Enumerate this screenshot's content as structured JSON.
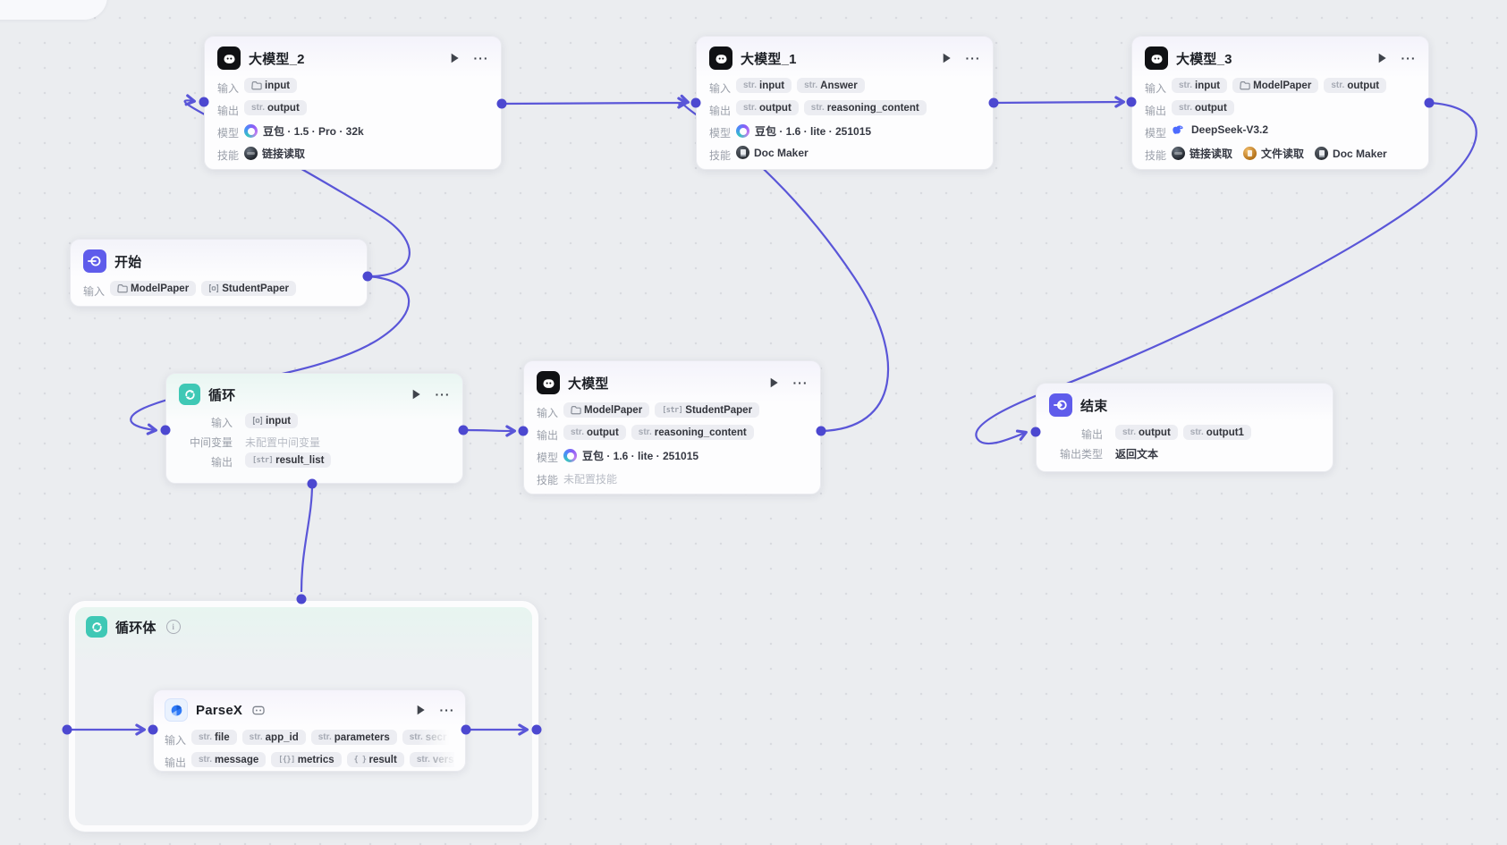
{
  "app": {
    "view": "workflow-canvas"
  },
  "colors": {
    "edge": "#5a56d8",
    "port": "#4c48d0",
    "canvas_bg": "#ebedf0",
    "node_accent_start_end": "#5f5ceb",
    "node_accent_loop": "#3fc8b5"
  },
  "row_labels": {
    "input": "输入",
    "output": "输出",
    "model": "模型",
    "skills": "技能",
    "intermediate": "中间变量",
    "output_type": "输出类型"
  },
  "nodes": {
    "model2": {
      "title": "大模型_2",
      "icon": "llm-icon",
      "runnable": true,
      "rows": [
        {
          "label": "输入",
          "items": [
            {
              "kind": "chip",
              "type": "folder",
              "text": "input"
            }
          ]
        },
        {
          "label": "输出",
          "items": [
            {
              "kind": "chip",
              "type": "str",
              "text": "output"
            }
          ]
        },
        {
          "label": "模型",
          "items": [
            {
              "kind": "model",
              "icon": "doubao-icon",
              "text": "豆包 · 1.5 · Pro · 32k"
            }
          ]
        },
        {
          "label": "技能",
          "items": [
            {
              "kind": "skill",
              "icon": "link-reader-icon",
              "text": "链接读取"
            }
          ]
        }
      ]
    },
    "model1": {
      "title": "大模型_1",
      "icon": "llm-icon",
      "runnable": true,
      "rows": [
        {
          "label": "输入",
          "items": [
            {
              "kind": "chip",
              "type": "str",
              "text": "input"
            },
            {
              "kind": "chip",
              "type": "str",
              "text": "Answer"
            }
          ]
        },
        {
          "label": "输出",
          "items": [
            {
              "kind": "chip",
              "type": "str",
              "text": "output"
            },
            {
              "kind": "chip",
              "type": "str",
              "text": "reasoning_content"
            }
          ]
        },
        {
          "label": "模型",
          "items": [
            {
              "kind": "model",
              "icon": "doubao-icon",
              "text": "豆包 · 1.6 · lite · 251015"
            }
          ]
        },
        {
          "label": "技能",
          "items": [
            {
              "kind": "skill",
              "icon": "doc-maker-icon",
              "text": "Doc Maker"
            }
          ]
        }
      ]
    },
    "model3": {
      "title": "大模型_3",
      "icon": "llm-icon",
      "runnable": true,
      "rows": [
        {
          "label": "输入",
          "items": [
            {
              "kind": "chip",
              "type": "str",
              "text": "input"
            },
            {
              "kind": "chip",
              "type": "folder",
              "text": "ModelPaper"
            },
            {
              "kind": "chip",
              "type": "str",
              "text": "output"
            }
          ]
        },
        {
          "label": "输出",
          "items": [
            {
              "kind": "chip",
              "type": "str",
              "text": "output"
            }
          ]
        },
        {
          "label": "模型",
          "items": [
            {
              "kind": "model",
              "icon": "deepseek-icon",
              "text": "DeepSeek-V3.2"
            }
          ]
        },
        {
          "label": "技能",
          "items": [
            {
              "kind": "skill",
              "icon": "link-reader-icon",
              "text": "链接读取"
            },
            {
              "kind": "skill",
              "icon": "file-reader-icon",
              "text": "文件读取"
            },
            {
              "kind": "skill",
              "icon": "doc-maker-icon",
              "text": "Doc Maker"
            }
          ]
        }
      ]
    },
    "start": {
      "title": "开始",
      "icon": "start-icon",
      "runnable": false,
      "rows": [
        {
          "label": "输入",
          "items": [
            {
              "kind": "chip",
              "type": "folder",
              "text": "ModelPaper"
            },
            {
              "kind": "chip",
              "type": "arr",
              "text": "StudentPaper"
            }
          ]
        }
      ]
    },
    "loop": {
      "title": "循环",
      "icon": "loop-icon",
      "runnable": true,
      "compact": true,
      "wide_labels": true,
      "rows": [
        {
          "label": "输入",
          "items": [
            {
              "kind": "chip",
              "type": "arr",
              "text": "input"
            }
          ]
        },
        {
          "label": "中间变量",
          "items": [
            {
              "kind": "plain",
              "muted": true,
              "text": "未配置中间变量"
            }
          ]
        },
        {
          "label": "输出",
          "items": [
            {
              "kind": "chip",
              "type": "arrstr",
              "text": "result_list"
            }
          ]
        }
      ]
    },
    "model": {
      "title": "大模型",
      "icon": "llm-icon",
      "runnable": true,
      "rows": [
        {
          "label": "输入",
          "items": [
            {
              "kind": "chip",
              "type": "folder",
              "text": "ModelPaper"
            },
            {
              "kind": "chip",
              "type": "arrstr",
              "text": "StudentPaper"
            }
          ]
        },
        {
          "label": "输出",
          "items": [
            {
              "kind": "chip",
              "type": "str",
              "text": "output"
            },
            {
              "kind": "chip",
              "type": "str",
              "text": "reasoning_content"
            }
          ]
        },
        {
          "label": "模型",
          "items": [
            {
              "kind": "model",
              "icon": "doubao-icon",
              "text": "豆包 · 1.6 · lite · 251015"
            }
          ]
        },
        {
          "label": "技能",
          "items": [
            {
              "kind": "plain",
              "muted": true,
              "text": "未配置技能"
            }
          ]
        }
      ]
    },
    "end": {
      "title": "结束",
      "icon": "end-icon",
      "runnable": false,
      "compact": true,
      "wide_labels": true,
      "rows": [
        {
          "label": "输出",
          "items": [
            {
              "kind": "chip",
              "type": "str",
              "text": "output"
            },
            {
              "kind": "chip",
              "type": "str",
              "text": "output1"
            }
          ]
        },
        {
          "label": "输出类型",
          "items": [
            {
              "kind": "plain",
              "muted": false,
              "text": "返回文本"
            }
          ]
        }
      ]
    },
    "loopbody": {
      "title": "循环体",
      "icon": "loop-icon",
      "runnable": false,
      "info_badge": true,
      "rows": []
    },
    "parsex": {
      "title": "ParseX",
      "icon": "parsex-icon",
      "runnable": true,
      "bot_badge": true,
      "rows": [
        {
          "label": "输入",
          "more": true,
          "items": [
            {
              "kind": "chip",
              "type": "str",
              "text": "file"
            },
            {
              "kind": "chip",
              "type": "str",
              "text": "app_id"
            },
            {
              "kind": "chip",
              "type": "str",
              "text": "parameters"
            },
            {
              "kind": "chip",
              "type": "str",
              "text": "secr",
              "faded": true
            }
          ]
        },
        {
          "label": "输出",
          "more": true,
          "items": [
            {
              "kind": "chip",
              "type": "str",
              "text": "message"
            },
            {
              "kind": "chip",
              "type": "arrobj",
              "text": "metrics"
            },
            {
              "kind": "chip",
              "type": "obj",
              "text": "result"
            },
            {
              "kind": "chip",
              "type": "str",
              "text": "vers",
              "faded": true
            }
          ]
        }
      ]
    }
  },
  "type_glyphs": {
    "str": "str.",
    "arrstr": "[str]",
    "arrobj": "[{}]",
    "obj": "{ }",
    "folder": "folder-icon",
    "arr": "array-icon"
  },
  "edges": [
    {
      "from": "大模型_2",
      "to": "大模型_1"
    },
    {
      "from": "大模型",
      "to": "大模型_1"
    },
    {
      "from": "大模型_1",
      "to": "大模型_3"
    },
    {
      "from": "大模型_3",
      "to": "结束"
    },
    {
      "from": "开始",
      "to": "大模型_2"
    },
    {
      "from": "开始",
      "to": "循环"
    },
    {
      "from": "循环",
      "to": "大模型"
    },
    {
      "from": "循环",
      "to": "循环体"
    },
    {
      "from": "循环体",
      "to": "ParseX"
    },
    {
      "from": "ParseX",
      "to": "循环体"
    }
  ]
}
